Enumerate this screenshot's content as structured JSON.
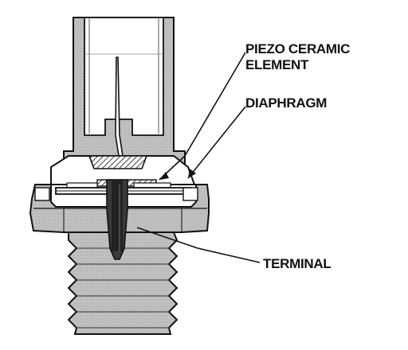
{
  "labels": {
    "piezo_line1": "PIEZO CERAMIC",
    "piezo_line2": "ELEMENT",
    "diaphragm": "DIAPHRAGM",
    "terminal": "TERMINAL"
  },
  "colors": {
    "ink": "#111111",
    "body_fill": "#b8b8b8",
    "dark_fill": "#3a3a3a",
    "paper": "#ffffff"
  }
}
